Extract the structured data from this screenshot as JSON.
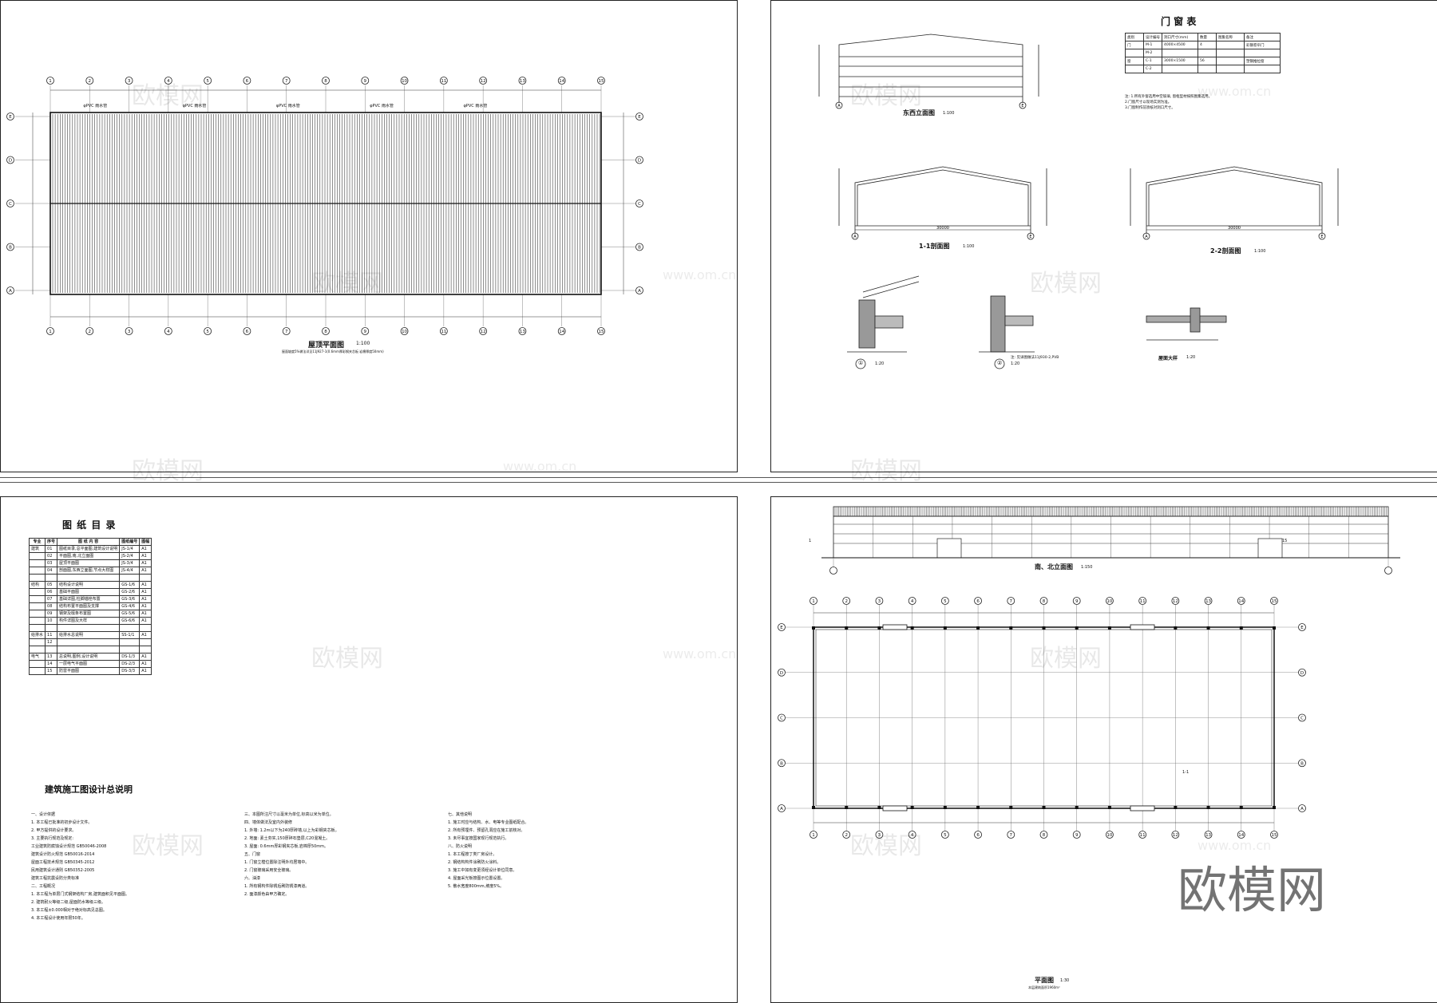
{
  "sheets": {
    "roof_plan": {
      "title": "屋顶平面图",
      "scale": "1:100",
      "note": "屋面坡度5%做法详见11J927-1(0.6mm厚彩钢夹芯板 岩棉厚度50mm)",
      "axes_top": [
        "1",
        "2",
        "3",
        "4",
        "5",
        "6",
        "7",
        "8",
        "9",
        "10",
        "11",
        "12",
        "13",
        "14",
        "15"
      ],
      "axes_side": [
        "E",
        "D",
        "C",
        "B",
        "A"
      ],
      "gutter_label": "φPVC 雨水管"
    },
    "elevation_east_west": {
      "title": "东西立面图",
      "scale": "1:100"
    },
    "door_window_table": {
      "title": "门 窗 表",
      "rows": [
        [
          "类别",
          "设计编号",
          "洞口尺寸(mm)",
          "数量",
          "图集名称",
          "备注"
        ],
        [
          "门",
          "M-1",
          "4000×4500",
          "4",
          "",
          "彩钢卷帘门"
        ],
        [
          "",
          "M-2",
          "",
          "",
          "",
          ""
        ],
        [
          "窗",
          "C-1",
          "3000×1500",
          "56",
          "",
          "塑钢推拉窗"
        ],
        [
          "",
          "C-2",
          "",
          "",
          "",
          ""
        ]
      ],
      "notes": [
        "注: 1.所有外窗选用中空玻璃, 窗框型材按照图集选用。",
        "2.门窗尺寸以现场实测为准。",
        "3.门窗制作前须核对洞口尺寸。"
      ]
    },
    "section_1_1": {
      "title": "1-1剖面图",
      "scale": "1:100",
      "span": "30000",
      "axis_left": "A",
      "axis_right": "E"
    },
    "section_2_2": {
      "title": "2-2剖面图",
      "scale": "1:100",
      "span": "30000",
      "axis_left": "A",
      "axis_right": "E"
    },
    "detail_1": {
      "label": "①",
      "scale": "1:20"
    },
    "detail_2": {
      "label": "②",
      "scale": "1:20",
      "note": "注: 见详图做法11J930-2,PVB"
    },
    "detail_3": {
      "title": "屋面大样",
      "scale": "1:20"
    },
    "drawing_list": {
      "title": "图 纸 目 录",
      "header": [
        "专业",
        "序号",
        "图 纸 内 容",
        "图纸编号",
        "图幅"
      ],
      "rows": [
        [
          "建筑",
          "01",
          "图纸目录,总平面图,建筑设计说明",
          "JS-1/4",
          "A1"
        ],
        [
          "",
          "02",
          "平面图,南,北立面图",
          "JS-2/4",
          "A1"
        ],
        [
          "",
          "03",
          "屋顶平面图",
          "JS-3/4",
          "A1"
        ],
        [
          "",
          "04",
          "剖面图,东西立面图,节点大样图",
          "JS-4/4",
          "A1"
        ],
        [
          "",
          "",
          "",
          "",
          ""
        ],
        [
          "结构",
          "05",
          "结构设计说明",
          "GS-1/6",
          "A1"
        ],
        [
          "",
          "06",
          "基础平面图",
          "GS-2/6",
          "A1"
        ],
        [
          "",
          "07",
          "基础详图,柱脚锚栓布置",
          "GS-3/6",
          "A1"
        ],
        [
          "",
          "08",
          "结构布置平面图及支撑",
          "GS-4/6",
          "A1"
        ],
        [
          "",
          "09",
          "钢架及檩条布置图",
          "GS-5/6",
          "A1"
        ],
        [
          "",
          "10",
          "构件详图及大样",
          "GS-6/6",
          "A1"
        ],
        [
          "",
          "",
          "",
          "",
          ""
        ],
        [
          "给排水",
          "11",
          "给排水总说明",
          "SS-1/1",
          "A1"
        ],
        [
          "",
          "12",
          "",
          "",
          ""
        ],
        [
          "",
          "",
          "",
          "",
          ""
        ],
        [
          "电气",
          "13",
          "总说明,图例,设计说明",
          "DS-1/3",
          "A1"
        ],
        [
          "",
          "14",
          "一层电气平面图",
          "DS-2/3",
          "A1"
        ],
        [
          "",
          "15",
          "防雷平面图",
          "DS-3/3",
          "A1"
        ]
      ]
    },
    "general_notes": {
      "title": "建筑施工图设计总说明",
      "col1": [
        "一、设计依据",
        "1. 本工程已批准的初步设计文件。",
        "2. 甲方提供的设计要求。",
        "3. 主要执行规范及规定:",
        "   工业建筑防腐蚀设计规范 GB50046-2008",
        "   建筑设计防火规范 GB50016-2014",
        "   屋面工程技术规范 GB50345-2012",
        "   民用建筑设计通则 GB50352-2005",
        "   建筑工程抗震设防分类标准",
        "二、工程概况",
        "1. 本工程为单层门式钢架结构厂房,建筑面积见平面图。",
        "2. 建筑耐火等级二级,屋面防水等级三级。",
        "3. 本工程±0.000相对于绝对标高见总图。",
        "4. 本工程设计使用年限50年。"
      ],
      "col2": [
        "三、本图所注尺寸以毫米为单位,标高以米为单位。",
        "四、墙体做法及室内外装修",
        "1. 外墙: 1.2m以下为240厚砖墙,以上为彩钢夹芯板。",
        "2. 地面: 素土夯实,150厚碎石垫层,C20混凝土。",
        "3. 屋面: 0.6mm厚彩钢夹芯板,岩棉厚50mm。",
        "五、门窗",
        "1. 门窗立樘位置除注明外均居墙中。",
        "2. 门窗玻璃采用安全玻璃。",
        "六、油漆",
        "1. 所有钢构件除锈后刷防锈漆两道。",
        "2. 面漆颜色由甲方确定。"
      ],
      "col3": [
        "七、其他说明",
        "1. 施工时应与结构、水、电等专业图纸配合。",
        "2. 所有预埋件、预留孔洞应在施工前核对。",
        "3. 未尽事宜按国家现行规范执行。",
        "八、防火说明",
        "1. 本工程按丁类厂房设计。",
        "2. 钢结构构件涂刷防火涂料。",
        "3. 施工中如有变更须经设计单位同意。",
        "4. 屋面采光板按图示位置设置。",
        "5. 散水宽度800mm,坡度5%。"
      ]
    },
    "elevation_south_north": {
      "title": "南、北立面图",
      "scale": "1:150",
      "axis_left": "1",
      "axis_right": "15"
    },
    "floor_plan": {
      "title": "平面图",
      "scale": "1:30",
      "subnote": "本层建筑面积1960m²",
      "axes_top": [
        "1",
        "2",
        "3",
        "4",
        "5",
        "6",
        "7",
        "8",
        "9",
        "10",
        "11",
        "12",
        "13",
        "14",
        "15"
      ],
      "axes_side": [
        "E",
        "D",
        "C",
        "B",
        "A"
      ],
      "section_mark": "1-1"
    }
  },
  "watermarks": {
    "cn": "欧模网",
    "url": "www.om.cn"
  }
}
